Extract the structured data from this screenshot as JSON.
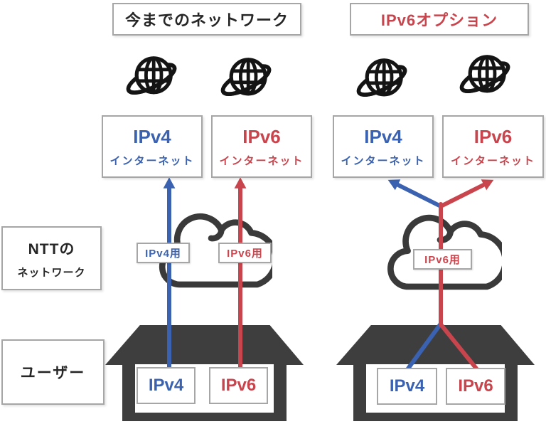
{
  "colors": {
    "blue": "#3a62b0",
    "red": "#c9454d",
    "dark_gray": "#3e3e3e",
    "border_gray": "#a6a6a6"
  },
  "panels": {
    "legacy": {
      "title": "今までのネットワーク",
      "internet_boxes": [
        {
          "protocol": "IPv4",
          "label": "インターネット"
        },
        {
          "protocol": "IPv6",
          "label": "インターネット"
        }
      ],
      "cloud_labels": [
        {
          "text": "IPv4用"
        },
        {
          "text": "IPv6用"
        }
      ],
      "house_boxes": [
        {
          "text": "IPv4"
        },
        {
          "text": "IPv6"
        }
      ]
    },
    "option": {
      "title": "IPv6オプション",
      "internet_boxes": [
        {
          "protocol": "IPv4",
          "label": "インターネット"
        },
        {
          "protocol": "IPv6",
          "label": "インターネット"
        }
      ],
      "cloud_labels": [
        {
          "text": "IPv6用"
        }
      ],
      "house_boxes": [
        {
          "text": "IPv4"
        },
        {
          "text": "IPv6"
        }
      ]
    }
  },
  "row_labels": {
    "ntt": {
      "line1": "NTTの",
      "line2": "ネットワーク"
    },
    "user": "ユーザー"
  },
  "icons": {
    "globe": "globe-with-orbit-icon",
    "cloud": "cloud-icon",
    "house": "house-icon"
  }
}
